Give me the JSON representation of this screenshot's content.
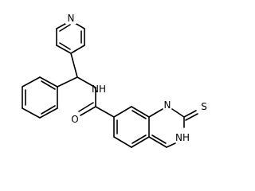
{
  "molecule": {
    "atoms": {
      "pyridine_n": "N",
      "amide_nh": "NH",
      "amide_o": "O",
      "quinazoline_n1": "N",
      "quinazoline_nh": "NH",
      "thione_s": "S"
    },
    "colors": {
      "bond": "#000000",
      "label": "#000000",
      "background": "#ffffff"
    }
  }
}
